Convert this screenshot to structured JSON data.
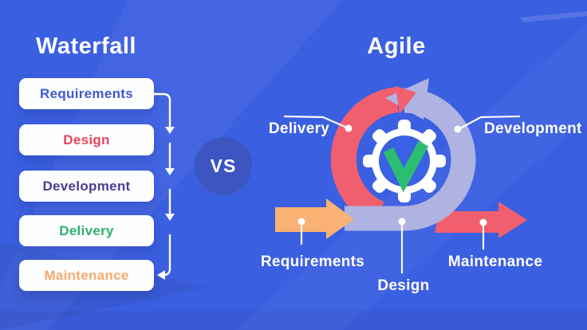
{
  "waterfall": {
    "title": "Waterfall",
    "steps": [
      {
        "label": "Requirements",
        "color": "#3F58D1"
      },
      {
        "label": "Design",
        "color": "#E8435A"
      },
      {
        "label": "Development",
        "color": "#473D92"
      },
      {
        "label": "Delivery",
        "color": "#2BB170"
      },
      {
        "label": "Maintenance",
        "color": "#F6A96E"
      }
    ]
  },
  "vs": {
    "label": "VS"
  },
  "agile": {
    "title": "Agile",
    "center_icon": "gear-checkmark-icon",
    "stages": {
      "delivery": "Delivery",
      "development": "Development",
      "requirements": "Requirements",
      "design": "Design",
      "maintenance": "Maintenance"
    }
  },
  "colors": {
    "bg": "#3B5FE1",
    "vs-circle": "#3C55C1",
    "cycle-red": "#F15F6F",
    "cycle-lavender": "#AFB3E2",
    "arrow-orange": "#F9B174",
    "check-green": "#2BBE72",
    "gear-white": "#FFFFFF",
    "connector-white": "#FFFFFF"
  }
}
